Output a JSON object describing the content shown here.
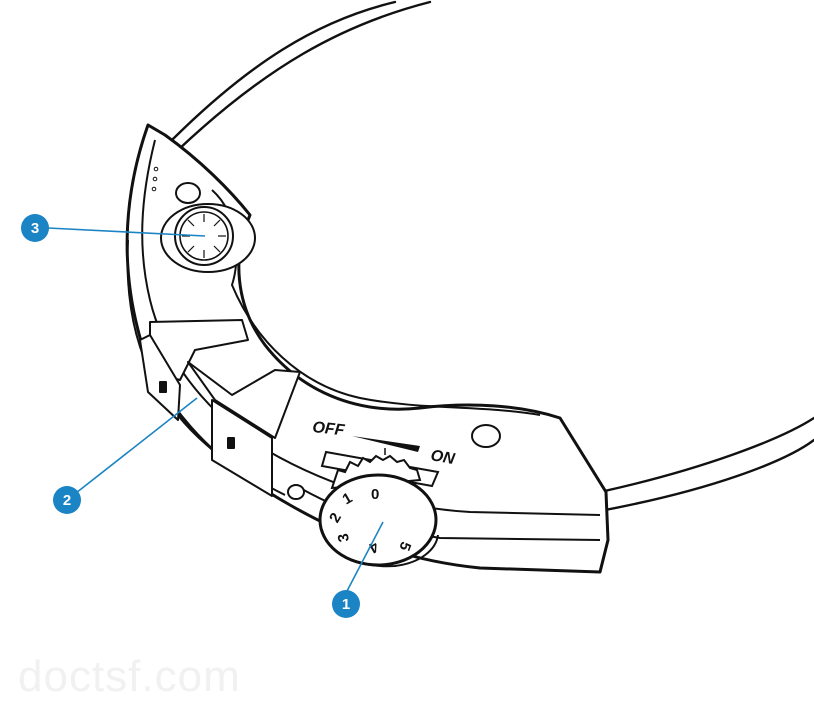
{
  "colors": {
    "callout": "#1b84c4",
    "line": "#111111",
    "body_fill": "#ffffff"
  },
  "switch": {
    "off_label": "OFF",
    "on_label": "ON"
  },
  "dial": {
    "digits": [
      "0",
      "1",
      "2",
      "3",
      "4",
      "5"
    ]
  },
  "callouts": [
    {
      "id": "1",
      "label": "1",
      "target": "volume-dial"
    },
    {
      "id": "2",
      "label": "2",
      "target": "battery-compartment"
    },
    {
      "id": "3",
      "label": "3",
      "target": "microphone"
    }
  ],
  "watermark": "doctsf.com"
}
